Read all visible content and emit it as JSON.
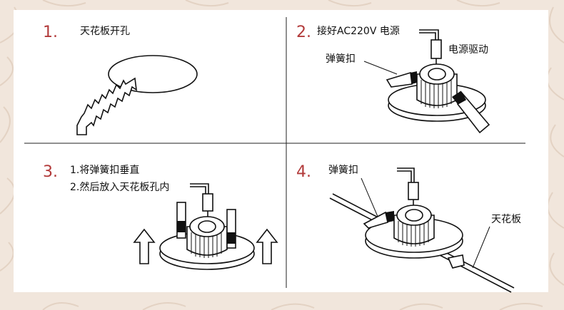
{
  "colors": {
    "background": "#f1e6dc",
    "panel": "#ffffff",
    "step_number": "#b23a3a",
    "line": "#111111"
  },
  "steps": [
    {
      "number": "1.",
      "lines": [
        "天花板开孔"
      ]
    },
    {
      "number": "2.",
      "lines": [
        "接好AC220V 电源"
      ],
      "callouts": [
        "弹簧扣",
        "电源驱动"
      ]
    },
    {
      "number": "3.",
      "lines": [
        "1.将弹簧扣垂直",
        "2.然后放入天花板孔内"
      ]
    },
    {
      "number": "4.",
      "callouts": [
        "弹簧扣",
        "天花板"
      ]
    }
  ]
}
